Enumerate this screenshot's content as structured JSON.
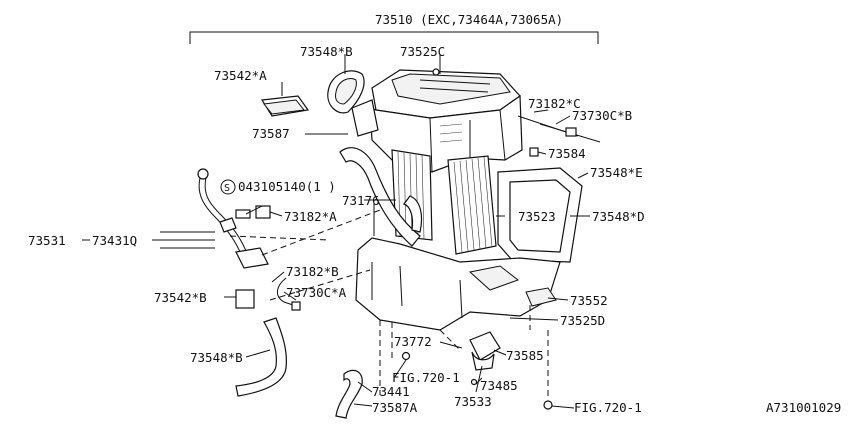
{
  "header_label": "73510 (EXC,73464A,73065A)",
  "diagram_code": "A731001029",
  "labels": {
    "p73548B_top": "73548*B",
    "p73525C": "73525C",
    "p73542A": "73542*A",
    "p73182C": "73182*C",
    "p73730CB": "73730C*B",
    "p73587": "73587",
    "p73584": "73584",
    "p043105140": "043105140(1 )",
    "p73548E": "73548*E",
    "p73176": "73176",
    "p73182A": "73182*A",
    "p73523": "73523",
    "p73548D": "73548*D",
    "p73531": "73531",
    "p73431Q": "73431Q",
    "p73182B": "73182*B",
    "p73542B": "73542*B",
    "p73730CA": "73730C*A",
    "p73552": "73552",
    "p73525D": "73525D",
    "p73548B_bot": "73548*B",
    "p73772": "73772",
    "p73585": "73585",
    "fig720_a": "FIG.720-1",
    "p73441": "73441",
    "p73485": "73485",
    "p73533": "73533",
    "p73587A": "73587A",
    "fig720_b": "FIG.720-1"
  },
  "symbols": {
    "screw_mark": "S"
  }
}
